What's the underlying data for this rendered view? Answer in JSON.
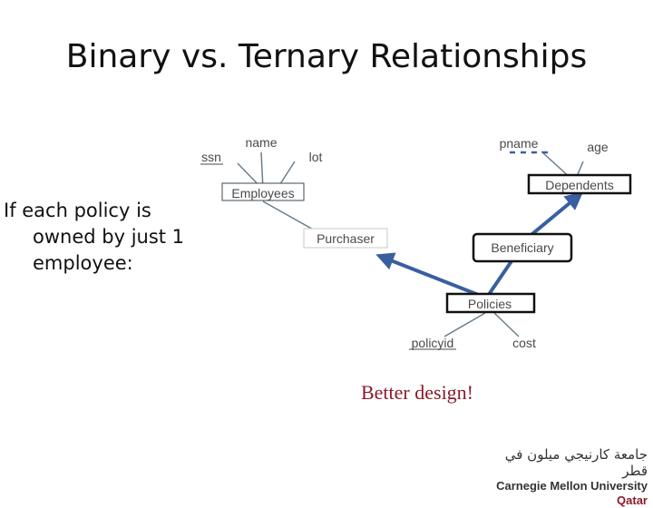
{
  "slide": {
    "title": "Binary vs. Ternary Relationships",
    "side_text": [
      "If each policy is",
      "owned by just 1",
      "employee:"
    ],
    "note": "Better design!"
  },
  "diagram": {
    "entities": {
      "employees": "Employees",
      "dependents": "Dependents",
      "policies": "Policies"
    },
    "relationships": {
      "purchaser": "Purchaser",
      "beneficiary": "Beneficiary"
    },
    "attributes": {
      "ssn": "ssn",
      "name": "name",
      "lot": "lot",
      "pname": "pname",
      "age": "age",
      "policyid": "policyid",
      "cost": "cost"
    }
  },
  "logo": {
    "arabic": "جامعة كارنيجي ميلون في قطر",
    "english_main": "Carnegie Mellon University",
    "english_suffix": "Qatar"
  }
}
